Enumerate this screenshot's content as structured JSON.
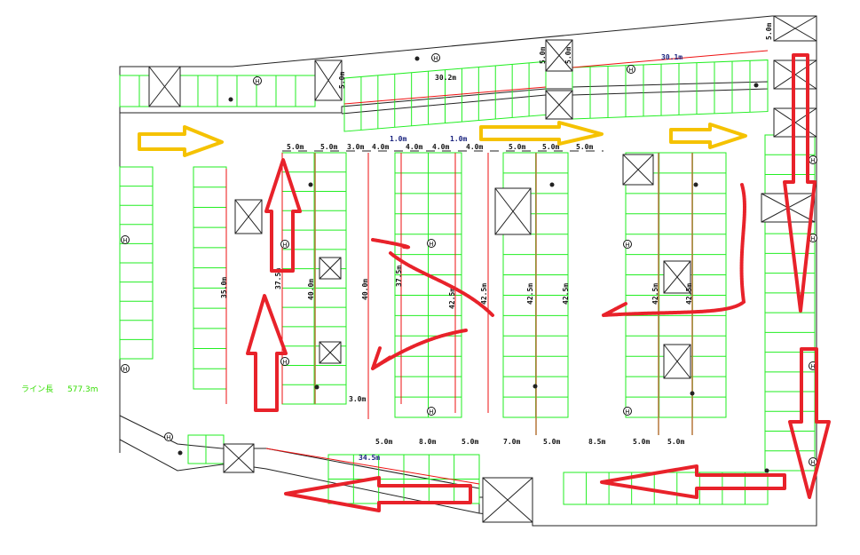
{
  "legend": {
    "label": "ライン長",
    "value": "577.3m"
  },
  "top_labels": {
    "seg_left_width": "5.0m",
    "seg_left_len": "30.2m",
    "mid_width_a": "5.0m",
    "mid_width_b": "5.0m",
    "seg_right_len": "30.1m",
    "right_width": "5.0m"
  },
  "aisle_top_labels": [
    "5.0m",
    "5.0m",
    "3.0m",
    "4.0m",
    "4.0m",
    "4.0m",
    "4.0m",
    "5.0m",
    "5.0m",
    "5.0m"
  ],
  "aisle_top_extra": [
    "1.0m",
    "1.0m"
  ],
  "line_lengths": [
    "35.0m",
    "37.5m",
    "40.0m",
    "40.0m",
    "37.5m",
    "42.5m",
    "42.5m",
    "42.5m",
    "42.5m",
    "42.5m",
    "42.5m"
  ],
  "inner_label": "3.0m",
  "bottom_labels": [
    "5.0m",
    "8.0m",
    "5.0m",
    "7.0m",
    "5.0m",
    "8.5m",
    "5.0m",
    "5.0m"
  ],
  "bottom_line_length": "34.5m",
  "colors": {
    "stall": "#22ee22",
    "line": "#ee1111",
    "arrow": "#e8222a",
    "flow": "#f5c200"
  }
}
